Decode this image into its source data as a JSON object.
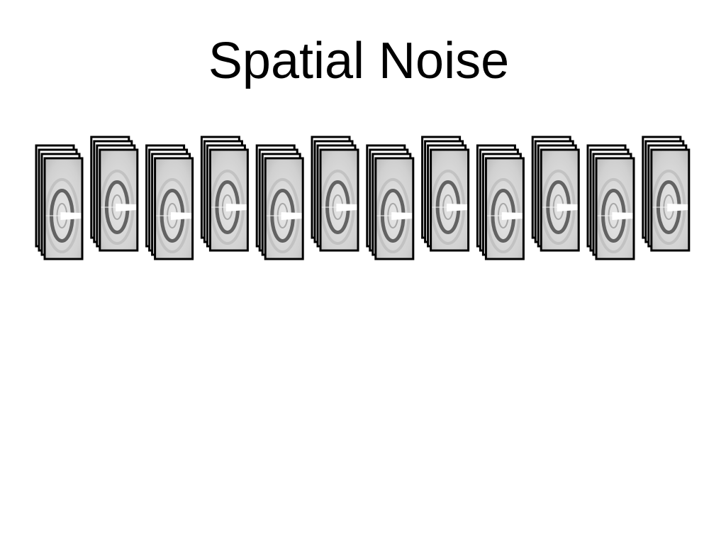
{
  "slide": {
    "title": "Spatial Noise"
  },
  "figure": {
    "stack_count": 12,
    "frames_per_stack": 4,
    "colors": {
      "frame_border": "#000000",
      "detector_background": "#d9d9d9",
      "detector_edge": "#bdbdbd",
      "ring": "#4d4d4d",
      "beamstop": "#ffffff"
    }
  }
}
